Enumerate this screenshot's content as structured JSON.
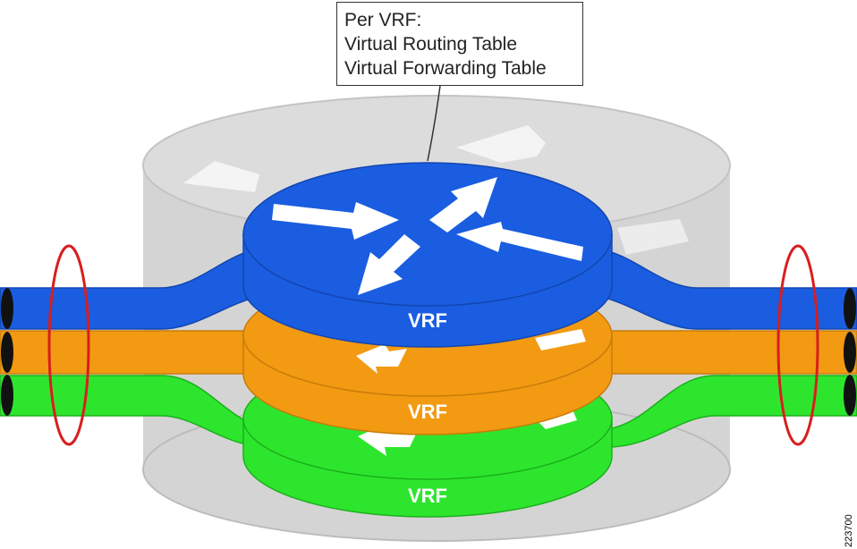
{
  "callout": {
    "lines": [
      "Per VRF:",
      "Virtual Routing Table",
      "Virtual Forwarding Table"
    ]
  },
  "vrf_layers": [
    {
      "label": "VRF",
      "color": "#1a5de0"
    },
    {
      "label": "VRF",
      "color": "#f29a12"
    },
    {
      "label": "VRF",
      "color": "#2ee52e"
    }
  ],
  "colors": {
    "router_body": "#d4d4d4",
    "router_edge": "#bcbcbc",
    "bundle_ring": "#d81e1e",
    "arrow": "#ffffff"
  },
  "figure_id": "223700"
}
